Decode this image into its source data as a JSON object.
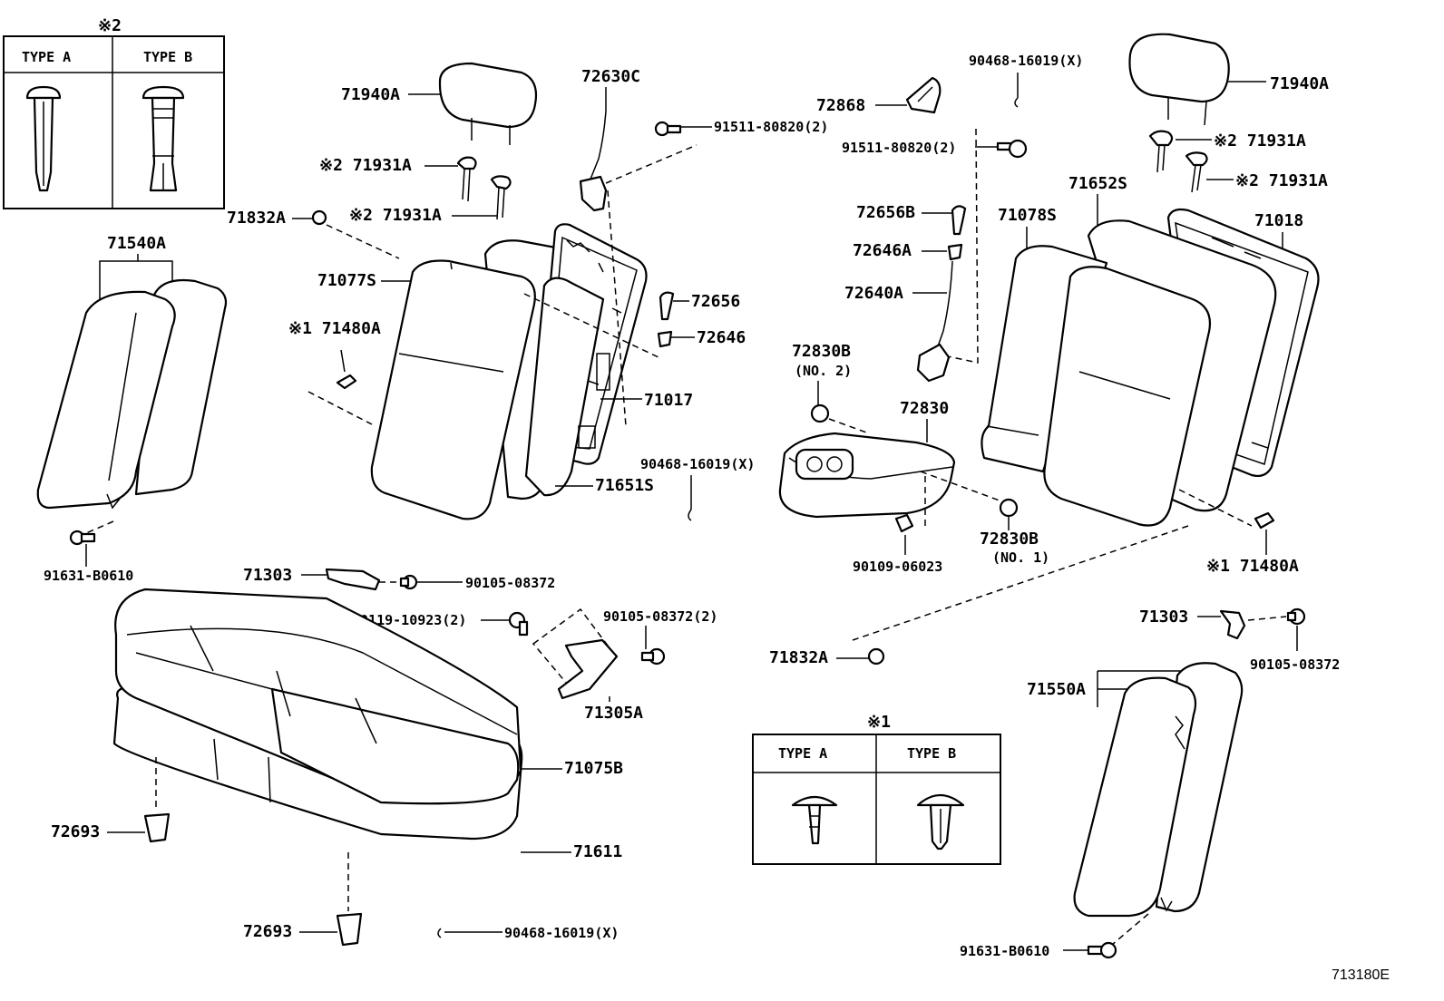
{
  "legend_2": {
    "mark": "※2",
    "type_a": "TYPE A",
    "type_b": "TYPE B"
  },
  "legend_1": {
    "mark": "※1",
    "type_a": "TYPE A",
    "type_b": "TYPE B"
  },
  "labels": {
    "p71940a_l": "71940A",
    "p71940a_r": "71940A",
    "p72630c": "72630C",
    "p91511_1": "91511-80820(2)",
    "p91511_2": "91511-80820(2)",
    "p90468_top": "90468-16019(X)",
    "p90468_mid": "90468-16019(X)",
    "p90468_bot": "90468-16019(X)",
    "p72868": "72868",
    "p71931a_1": "※2 71931A",
    "p71931a_2": "※2 71931A",
    "p71931a_3": "※2 71931A",
    "p71931a_4": "※2 71931A",
    "p71832a_top": "71832A",
    "p71832a_bot": "71832A",
    "p71540a": "71540A",
    "p71077s": "71077S",
    "p71480a_l": "※1 71480A",
    "p71480a_r": "※1 71480A",
    "p72656": "72656",
    "p72646": "72646",
    "p71017": "71017",
    "p71651s": "71651S",
    "p72656b": "72656B",
    "p72646a": "72646A",
    "p72640a": "72640A",
    "p71652s": "71652S",
    "p71078s": "71078S",
    "p71018": "71018",
    "p72830b_2": "72830B",
    "p72830b_2_sub": "(NO. 2)",
    "p72830": "72830",
    "p72830b_1": "72830B",
    "p72830b_1_sub": "(NO. 1)",
    "p90109": "90109-06023",
    "p91631_l": "91631-B0610",
    "p91631_r": "91631-B0610",
    "p71303_l": "71303",
    "p71303_r": "71303",
    "p90105_l": "90105-08372",
    "p90105_r": "90105-08372",
    "p90105_2": "90105-08372(2)",
    "p90119": "90119-10923(2)",
    "p71305a": "71305A",
    "p71075b": "71075B",
    "p71611": "71611",
    "p72693_1": "72693",
    "p72693_2": "72693",
    "p71550a": "71550A"
  },
  "diagram_code": "713180E"
}
